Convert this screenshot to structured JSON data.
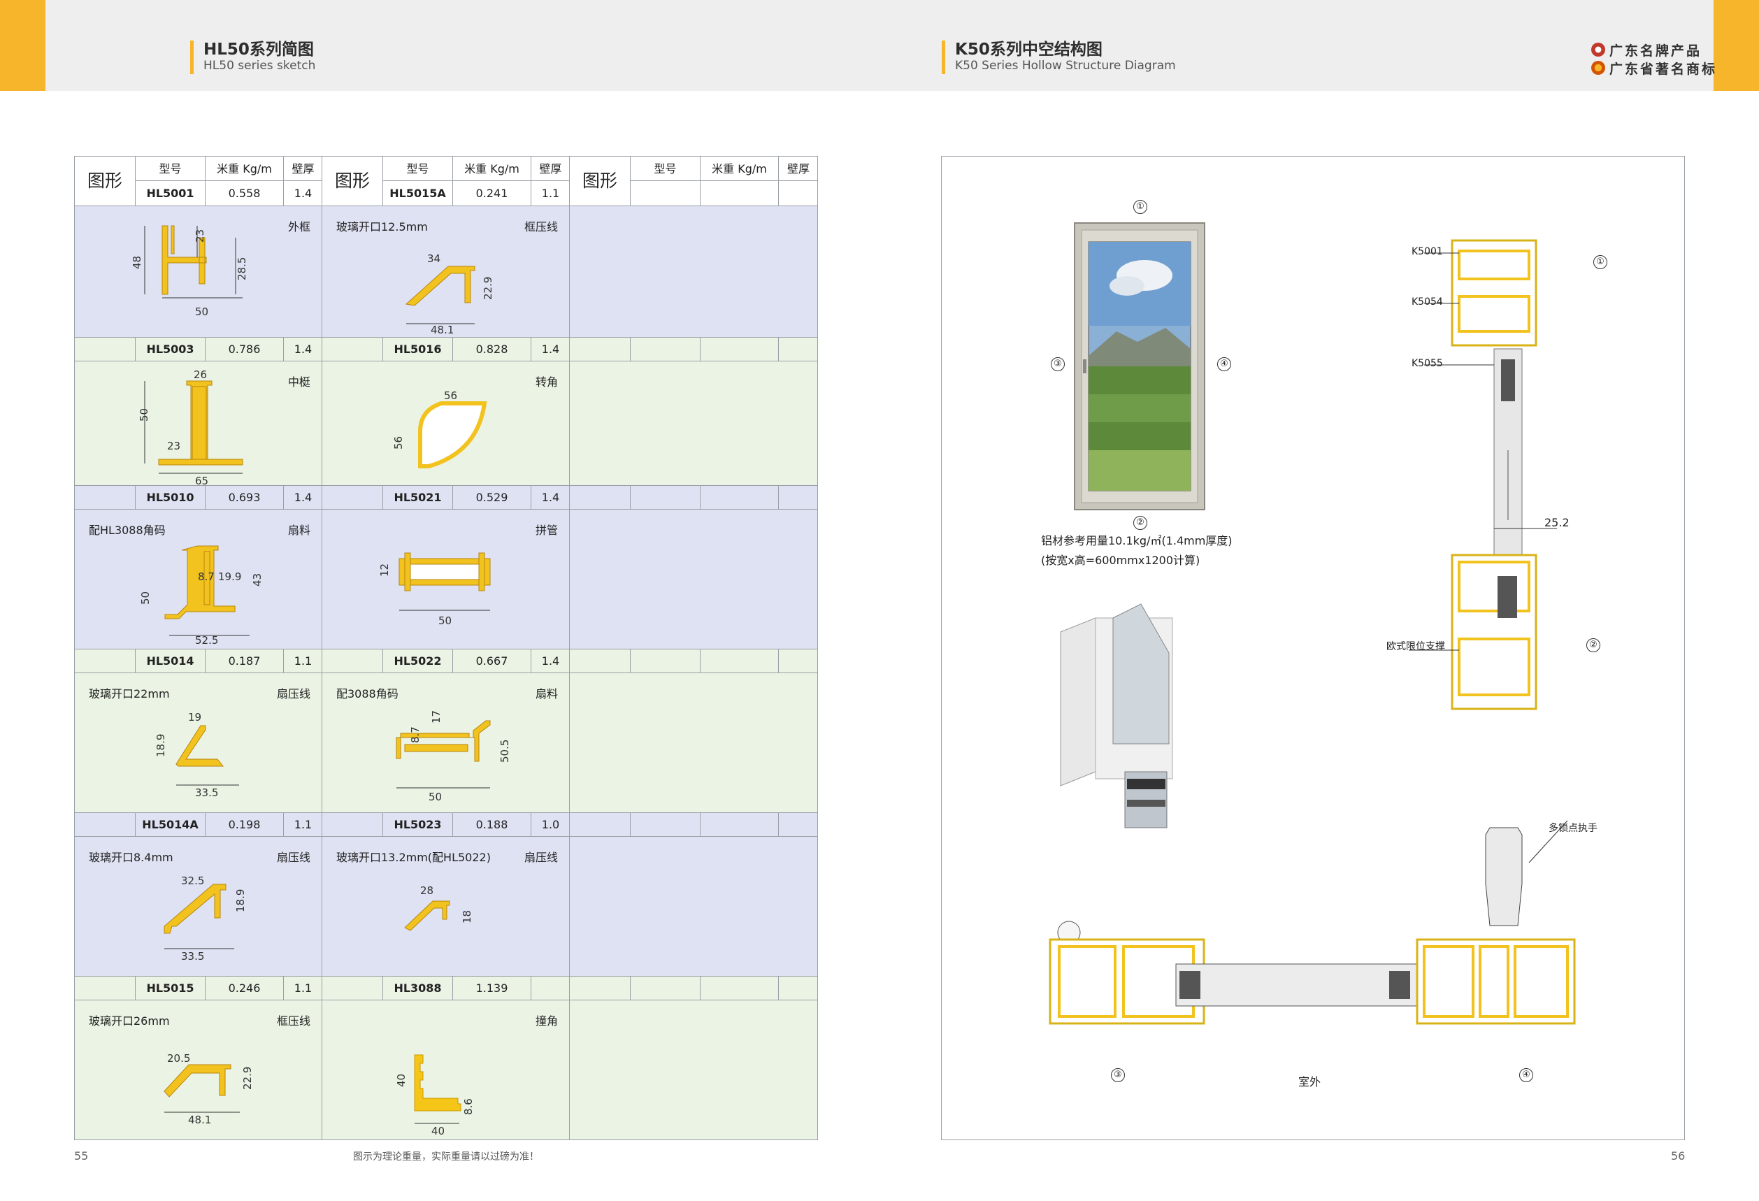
{
  "header": {
    "left_title": "HL50系列简图",
    "left_subtitle": "HL50 series sketch",
    "right_title": "K50系列中空结构图",
    "right_subtitle": "K50 Series Hollow Structure Diagram",
    "brand_line1": "广东名牌产品",
    "brand_line2": "广东省著名商标"
  },
  "table": {
    "shape_label": "图形",
    "col_model": "型号",
    "col_weight": "米重 Kg/m",
    "col_thickness": "壁厚",
    "col1": [
      {
        "model": "HL5001",
        "weight": "0.558",
        "thickness": "1.4",
        "note_left": "",
        "note_right": "外框",
        "dims": [
          "48",
          "23",
          "28.5",
          "50"
        ]
      },
      {
        "model": "HL5003",
        "weight": "0.786",
        "thickness": "1.4",
        "note_left": "",
        "note_right": "中梃",
        "dims": [
          "26",
          "50",
          "23",
          "65"
        ]
      },
      {
        "model": "HL5010",
        "weight": "0.693",
        "thickness": "1.4",
        "note_left": "配HL3088角码",
        "note_right": "扇料",
        "dims": [
          "50",
          "8.7",
          "19.9",
          "43",
          "52.5"
        ]
      },
      {
        "model": "HL5014",
        "weight": "0.187",
        "thickness": "1.1",
        "note_left": "玻璃开口22mm",
        "note_right": "扇压线",
        "dims": [
          "19",
          "18.9",
          "33.5"
        ]
      },
      {
        "model": "HL5014A",
        "weight": "0.198",
        "thickness": "1.1",
        "note_left": "玻璃开口8.4mm",
        "note_right": "扇压线",
        "dims": [
          "32.5",
          "18.9",
          "33.5"
        ]
      },
      {
        "model": "HL5015",
        "weight": "0.246",
        "thickness": "1.1",
        "note_left": "玻璃开口26mm",
        "note_right": "框压线",
        "dims": [
          "20.5",
          "22.9",
          "48.1"
        ]
      }
    ],
    "col2": [
      {
        "model": "HL5015A",
        "weight": "0.241",
        "thickness": "1.1",
        "note_left": "玻璃开口12.5mm",
        "note_right": "框压线",
        "dims": [
          "34",
          "22.9",
          "48.1"
        ]
      },
      {
        "model": "HL5016",
        "weight": "0.828",
        "thickness": "1.4",
        "note_left": "",
        "note_right": "转角",
        "dims": [
          "56",
          "56"
        ]
      },
      {
        "model": "HL5021",
        "weight": "0.529",
        "thickness": "1.4",
        "note_left": "",
        "note_right": "拼管",
        "dims": [
          "12",
          "50"
        ]
      },
      {
        "model": "HL5022",
        "weight": "0.667",
        "thickness": "1.4",
        "note_left": "配3088角码",
        "note_right": "扇料",
        "dims": [
          "17",
          "8.7",
          "50.5",
          "50"
        ]
      },
      {
        "model": "HL5023",
        "weight": "0.188",
        "thickness": "1.0",
        "note_left": "玻璃开口13.2mm(配HL5022)",
        "note_right": "扇压线",
        "dims": [
          "28",
          "18"
        ]
      },
      {
        "model": "HL3088",
        "weight": "1.139",
        "thickness": "",
        "note_left": "",
        "note_right": "撞角",
        "dims": [
          "40",
          "8.6",
          "40"
        ]
      }
    ]
  },
  "right_panel": {
    "usage_note": "铝材参考用量10.1kg/㎡(1.4mm厚度)",
    "usage_calc": "(按宽x高=600mmx1200计算)",
    "labels": [
      "K5001",
      "K5054",
      "K5055",
      "欧式限位支撑",
      "多锁点执手",
      "室外"
    ],
    "dim_252": "25.2",
    "markers": [
      "①",
      "②",
      "③",
      "④"
    ]
  },
  "footer": {
    "page_left": "55",
    "page_right": "56",
    "note": "图示为理论重量，实际重量请以过磅为准！"
  },
  "colors": {
    "accent": "#f6b52a",
    "profile_yellow": "#f2c31f",
    "lavender": "#dfe2f3",
    "green": "#eaf3e4"
  }
}
